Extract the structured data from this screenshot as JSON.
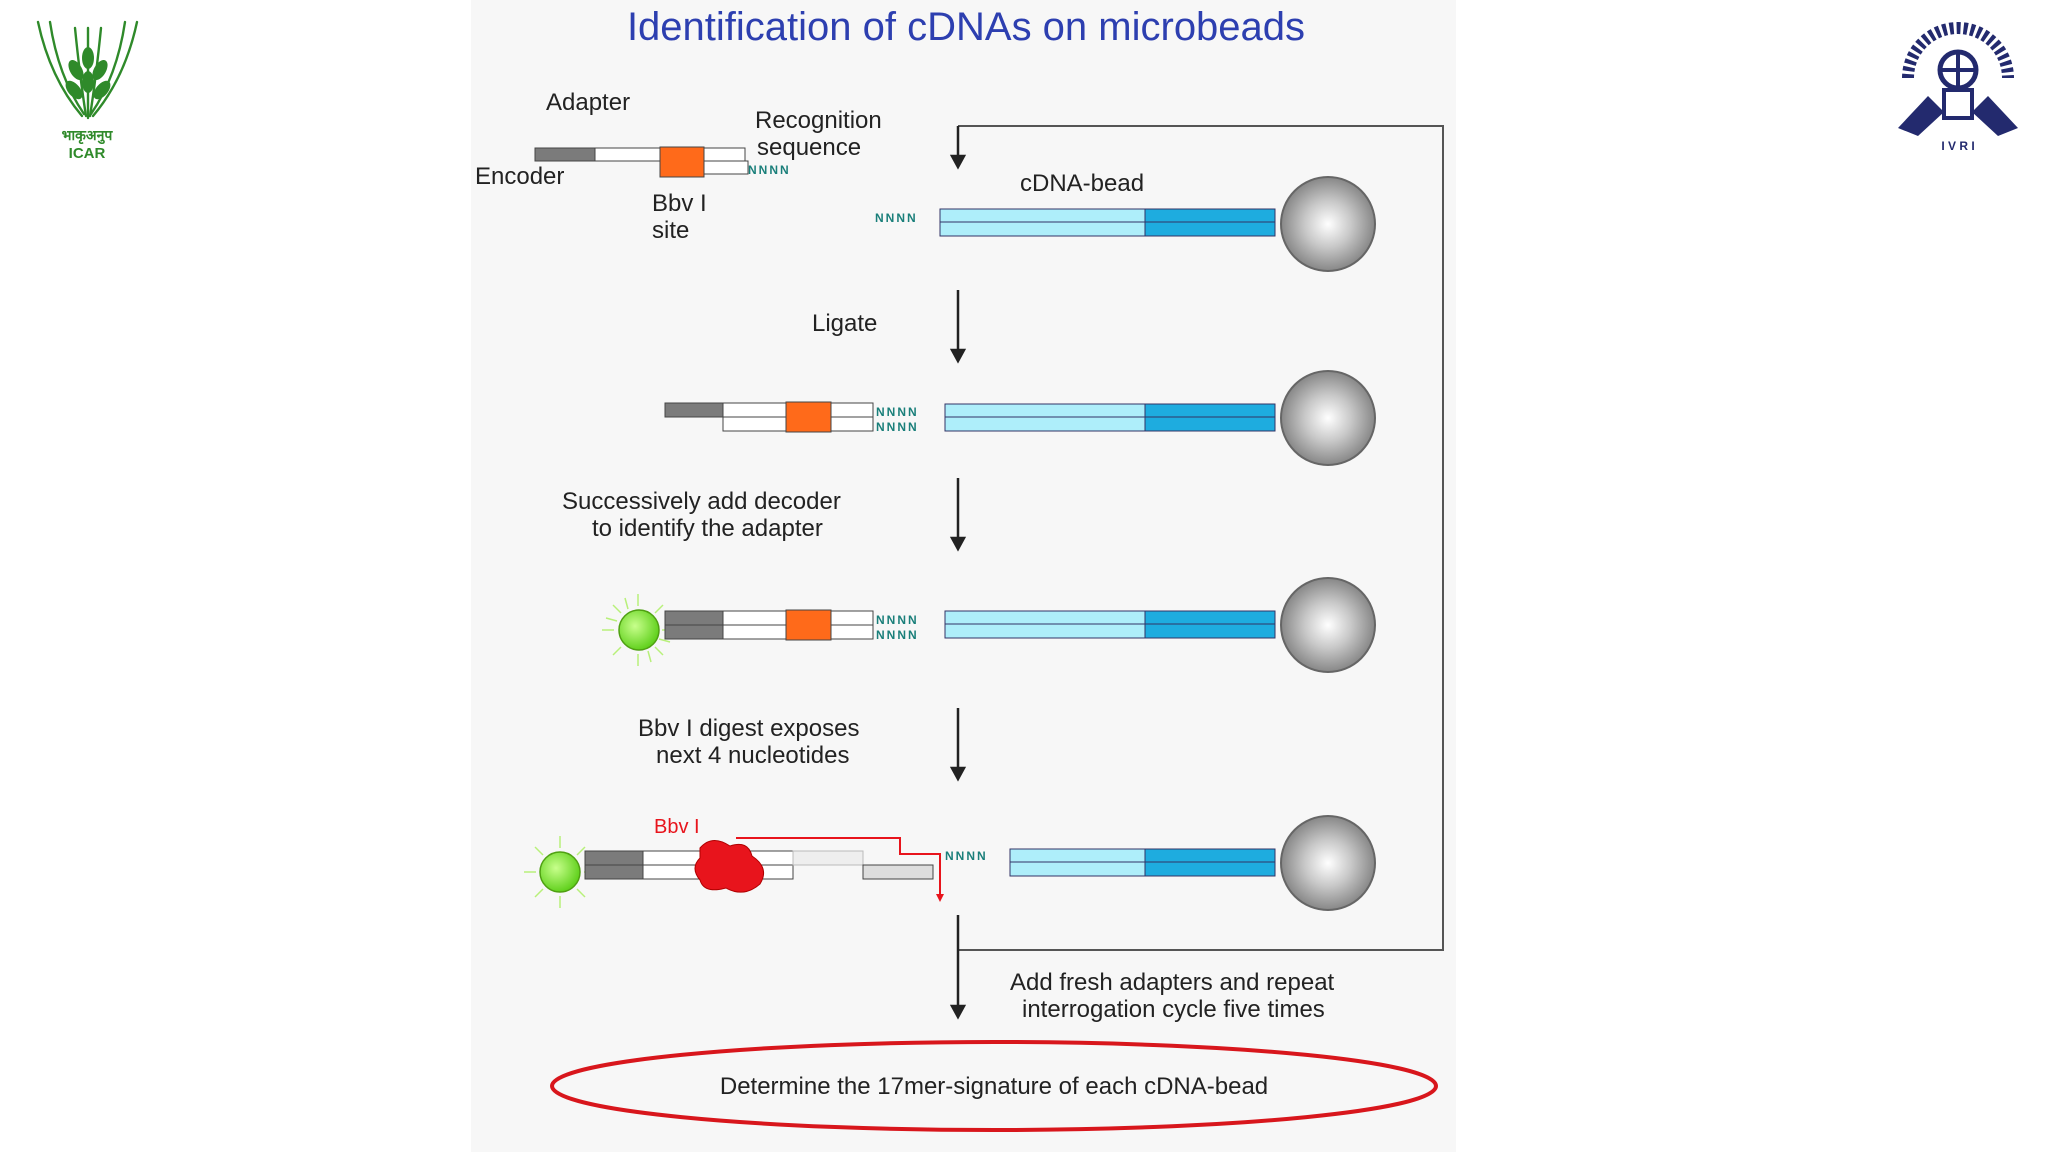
{
  "slide": {
    "title": "Identification of cDNAs on microbeads"
  },
  "labels": {
    "adapter": "Adapter",
    "recognition_line1": "Recognition",
    "recognition_line2": "sequence",
    "encoder": "Encoder",
    "bbvi_site_line1": "Bbv I",
    "bbvi_site_line2": "site",
    "cdna_bead": "cDNA-bead",
    "nnnn": "NNNN",
    "ligate": "Ligate",
    "decoder_line1": "Successively add decoder",
    "decoder_line2": "to identify the adapter",
    "digest_line1": "Bbv I digest exposes",
    "digest_line2": "next 4 nucleotides",
    "enzyme": "Bbv I",
    "repeat_line1": "Add fresh adapters and repeat",
    "repeat_line2": "interrogation cycle five times",
    "result": "Determine the 17mer-signature of each cDNA-bead"
  },
  "logos": {
    "left_script": "भाकृअनुप",
    "left_name": "ICAR",
    "right_name": "I V R I"
  },
  "colors": {
    "title": "#2d3fb0",
    "light_cyan": "#aeeefa",
    "dark_cyan": "#1eacdf",
    "orange": "#ff6a1a",
    "grey_block": "#7b7b7b",
    "nnnn_teal": "#1a7f7a",
    "bead_grey": "#9a9a9a",
    "decoder_green": "#7fe83a",
    "enzyme_red": "#e8141c",
    "ellipse_red": "#d8161c",
    "icar_green": "#2f8a2a",
    "ivri_navy": "#232a6e"
  }
}
